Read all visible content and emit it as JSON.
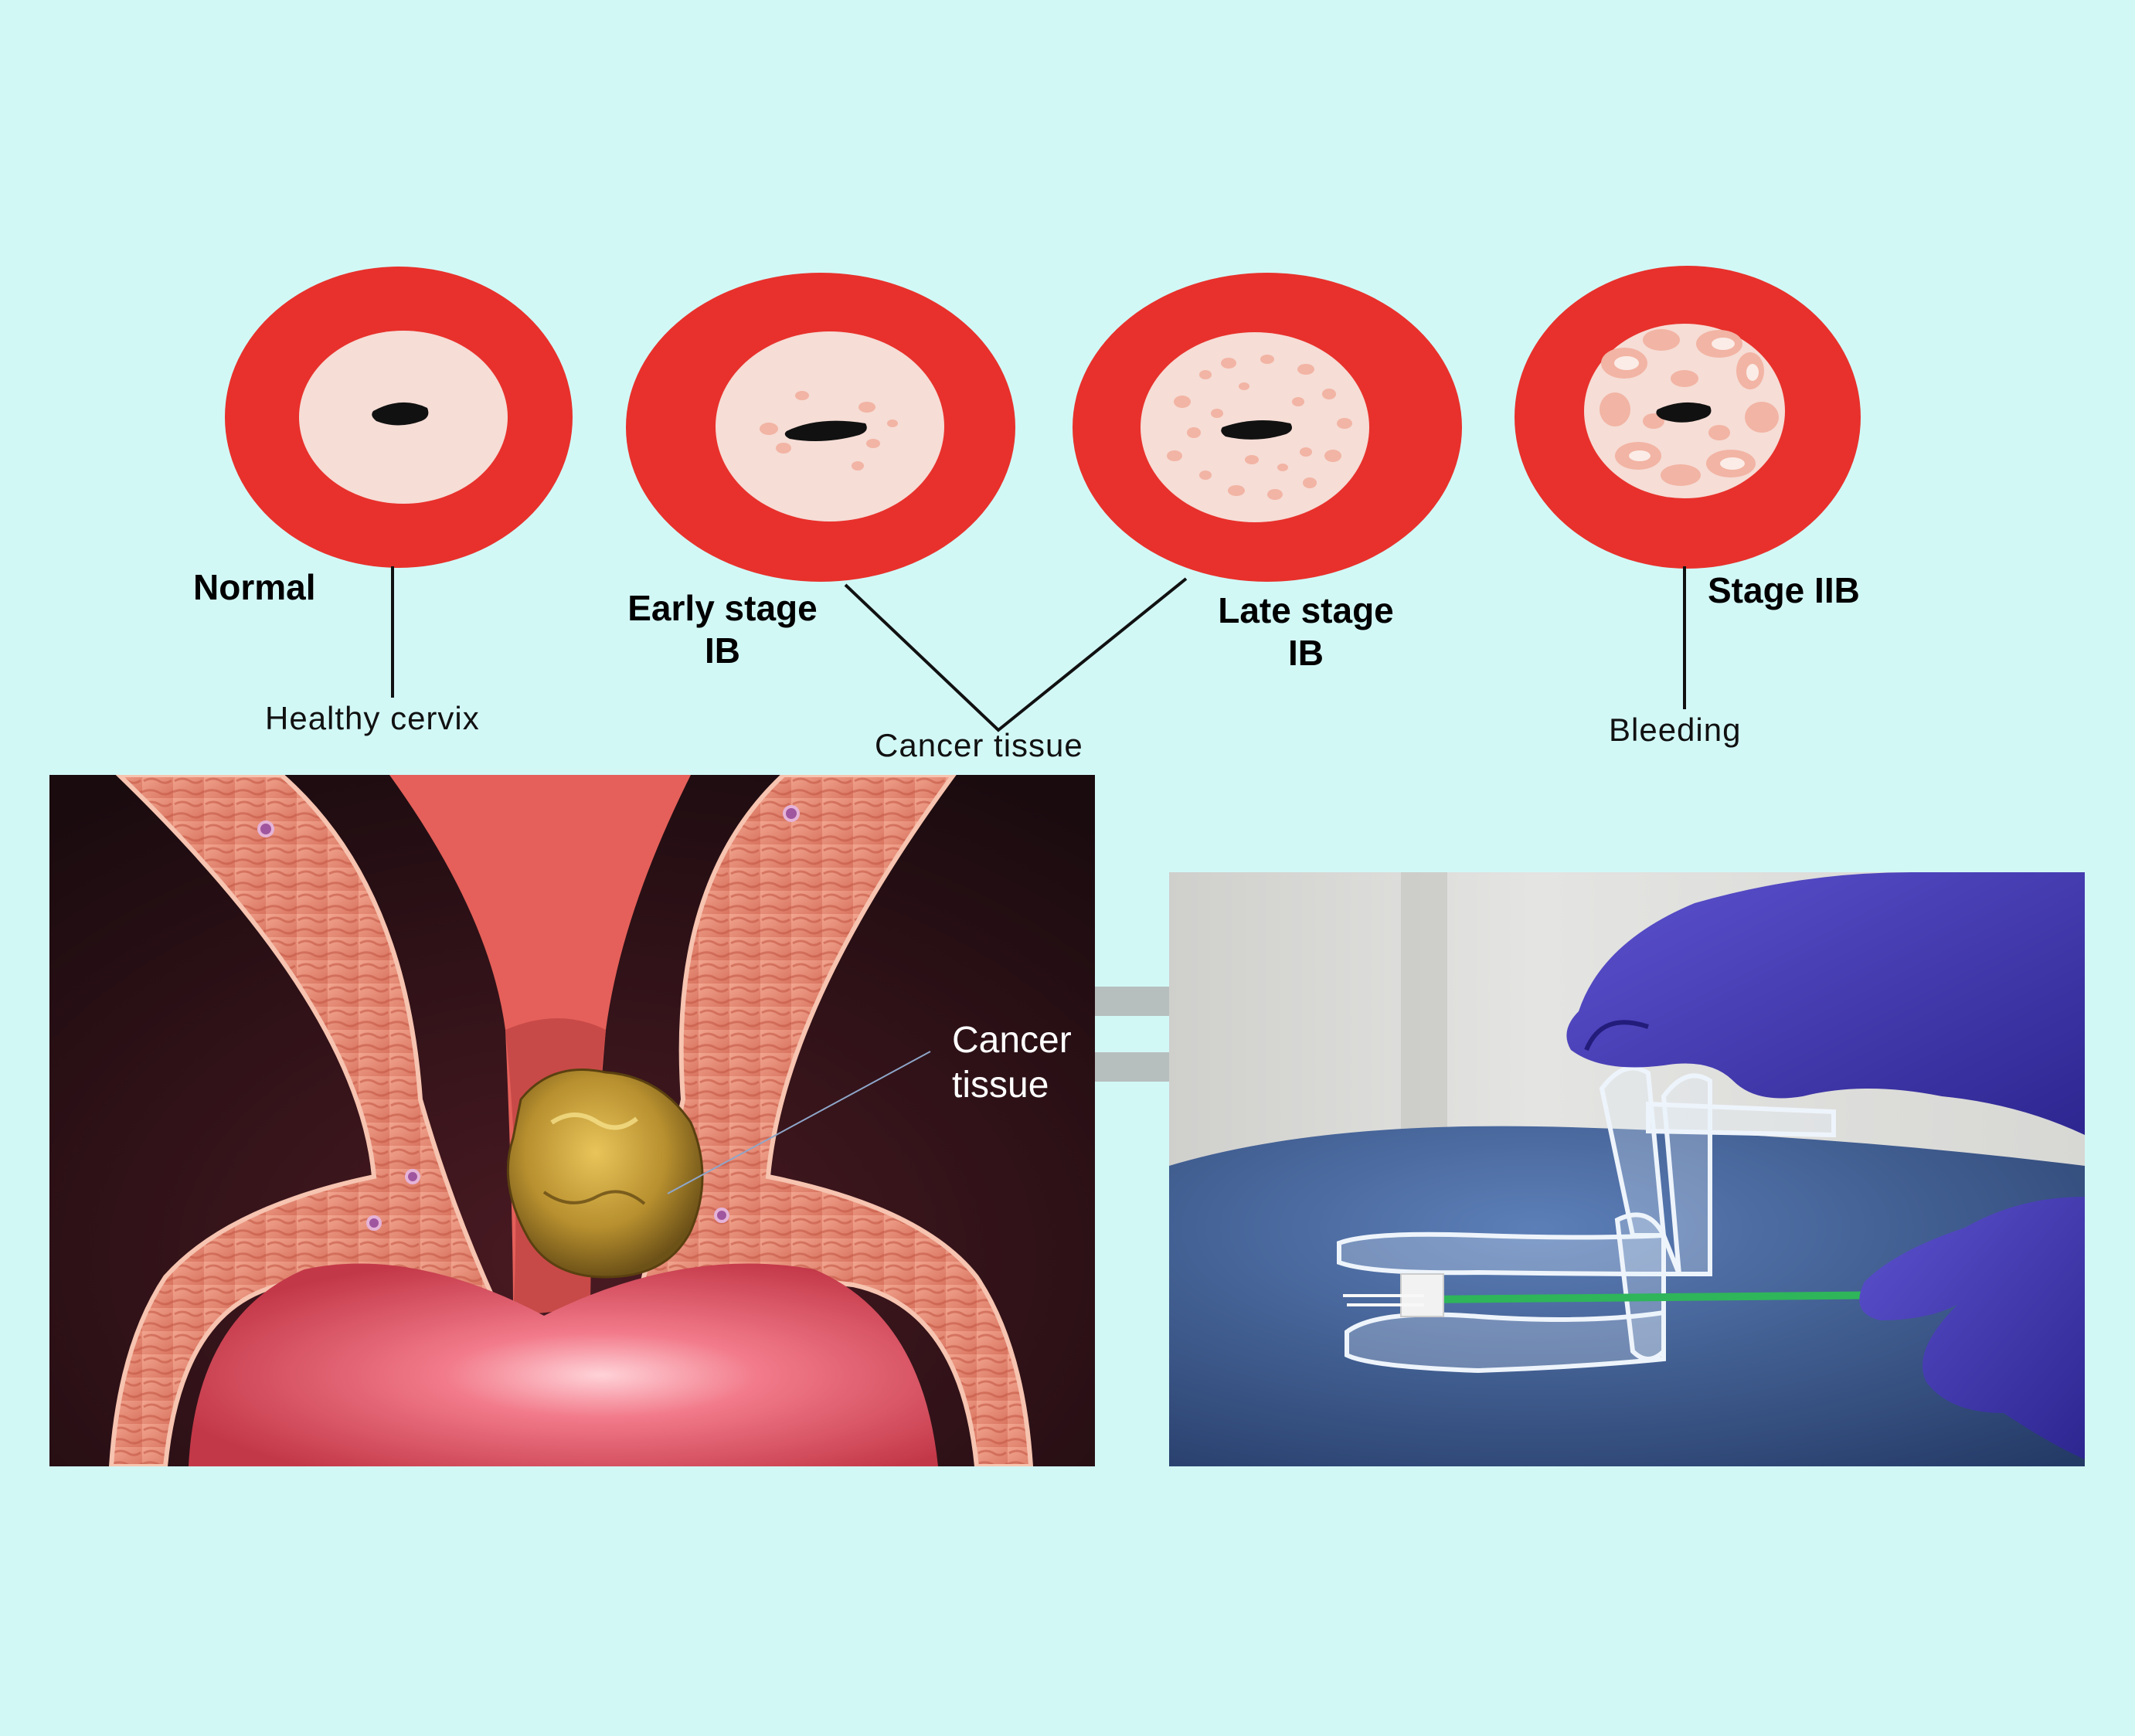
{
  "stages": [
    {
      "label_line1": "Normal",
      "label_line2": ""
    },
    {
      "label_line1": "Early stage",
      "label_line2": "IB"
    },
    {
      "label_line1": "Late stage",
      "label_line2": "IB"
    },
    {
      "label_line1": "Stage IIB",
      "label_line2": ""
    }
  ],
  "captions": {
    "healthy": "Healthy cervix",
    "cancer": "Cancer tissue",
    "bleeding": "Bleeding"
  },
  "illustration": {
    "label_line1": "Cancer",
    "label_line2": "tissue"
  },
  "colors": {
    "background": "#d2f8f6",
    "cervix_ring": "#e8312c",
    "cervix_inner": "#f6ddd6",
    "lesion": "#f2b4a4",
    "os": "#111111",
    "tumor": "#b8902f",
    "glove": "#4a3fb8",
    "applicator": "#2fb55a"
  }
}
